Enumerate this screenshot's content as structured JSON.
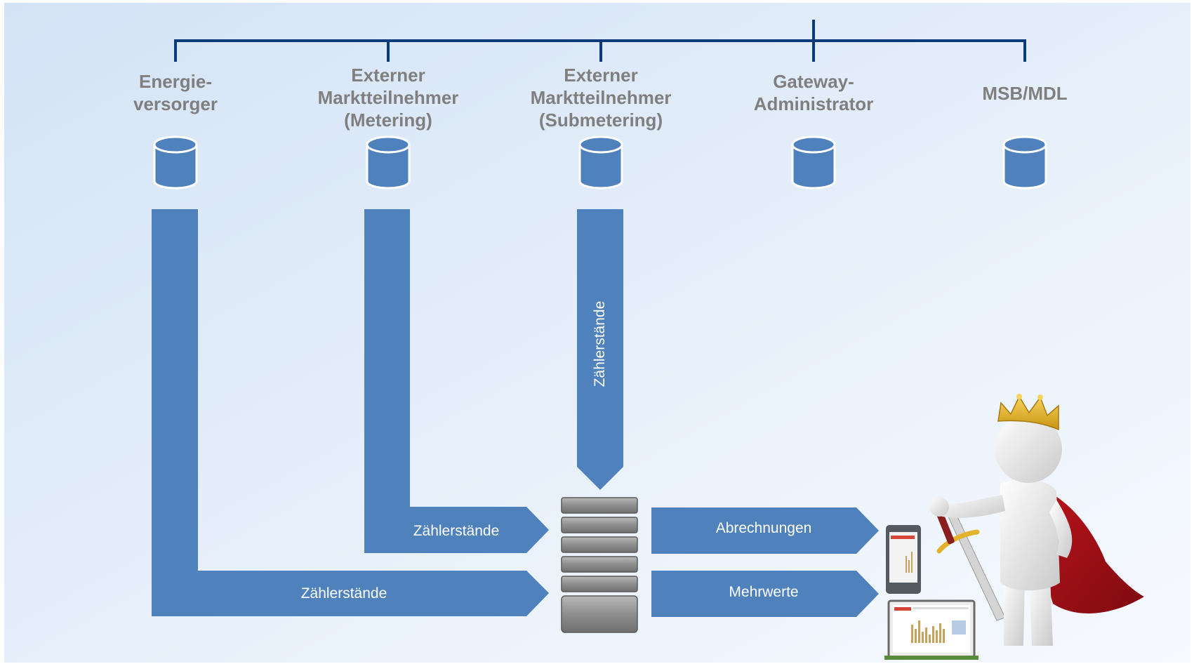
{
  "actors": [
    {
      "label": "Energie-\nversorger"
    },
    {
      "label": "Externer\nMarktteilnehmer\n(Metering)"
    },
    {
      "label": "Externer\nMarktteilnehmer\n(Submetering)"
    },
    {
      "label": "Gateway-\nAdministrator"
    },
    {
      "label": "MSB/MDL"
    }
  ],
  "flows": {
    "energieversorger_to_server": "Zählerstände",
    "metering_to_server": "Zählerstände",
    "submetering_to_server": "Zählerstände",
    "server_to_customer_top": "Abrechnungen",
    "server_to_customer_bottom": "Mehrwerte"
  },
  "colors": {
    "arrow_blue": "#4f81bd",
    "hierarchy_line": "#0d3b7a",
    "label_gray": "#7f7f7f",
    "background_top": "#dbe8f7",
    "background_bottom": "#f4f8fd"
  },
  "icons": [
    "database-icon",
    "server-stack-icon",
    "smartphone-icon",
    "laptop-icon",
    "king-figure-icon"
  ]
}
